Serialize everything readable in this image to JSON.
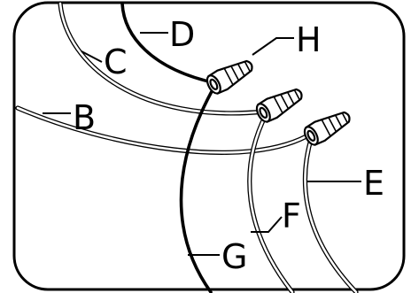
{
  "labels": {
    "B": "B",
    "C": "C",
    "D": "D",
    "E": "E",
    "F": "F",
    "G": "G",
    "H": "H"
  },
  "colors": {
    "ink": "#000000",
    "background": "#ffffff"
  }
}
